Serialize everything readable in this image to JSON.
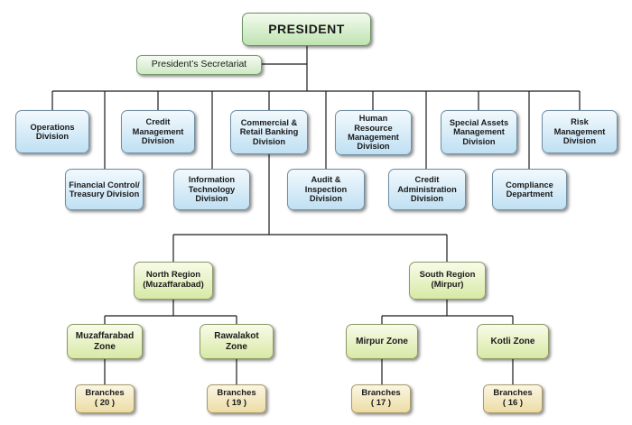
{
  "president": "PRESIDENT",
  "secretariat": "President’s  Secretariat",
  "divisions": {
    "operations": "Operations\nDivision",
    "financial_control": "Financial Control/\nTreasury Division",
    "credit_management": "Credit\nManagement\nDivision",
    "information_technology": "Information\nTechnology\nDivision",
    "commercial_retail": "Commercial &\nRetail Banking\nDivision",
    "audit_inspection": "Audit &\nInspection\nDivision",
    "human_resource": "Human\nResource\nManagement\nDivision",
    "credit_administration": "Credit\nAdministration\nDivision",
    "special_assets": "Special Assets\nManagement\nDivision",
    "compliance": "Compliance\nDepartment",
    "risk_management": "Risk\nManagement\nDivision"
  },
  "regions": {
    "north": "North Region\n(Muzaffarabad)",
    "south": "South Region\n(Mirpur)"
  },
  "zones": {
    "muzaffarabad": "Muzaffarabad\nZone",
    "rawalakot": "Rawalakot\nZone",
    "mirpur": "Mirpur Zone",
    "kotli": "Kotli Zone"
  },
  "branches": {
    "muzaffarabad": "Branches\n( 20 )",
    "rawalakot": "Branches\n( 19 )",
    "mirpur": "Branches\n( 17 )",
    "kotli": "Branches\n( 16 )"
  }
}
